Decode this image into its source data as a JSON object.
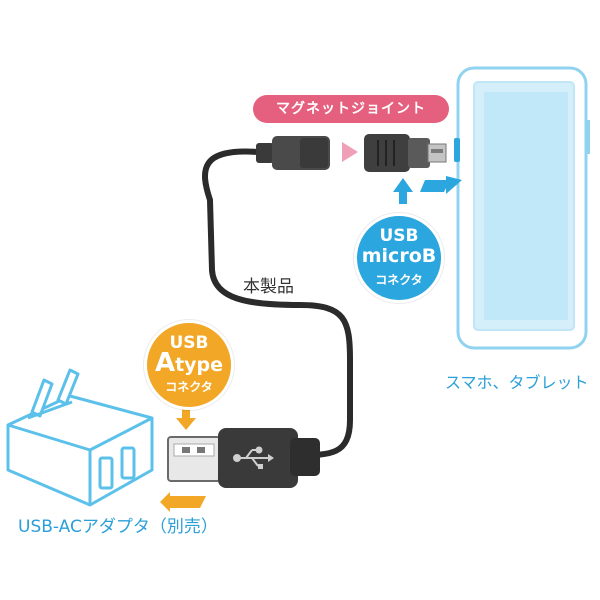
{
  "labels": {
    "magnet_joint": "マグネットジョイント",
    "product": "本製品",
    "device": "スマホ、タブレット",
    "adapter": "USB-ACアダプタ（別売）"
  },
  "microb_connector": {
    "line1": "USB",
    "line2": "microB",
    "line3": "コネクタ"
  },
  "atype_connector": {
    "line1": "USB",
    "line2_big": "A",
    "line2_rest": "type",
    "line3": "コネクタ"
  },
  "colors": {
    "blue": "#2ba6de",
    "orange": "#f2a726",
    "pink": "#e5607e",
    "cable": "#2b2b2b"
  },
  "icons": [
    "usb-trident-icon",
    "arrow-up-icon",
    "arrow-right-icon",
    "arrow-down-icon",
    "arrow-left-icon"
  ]
}
